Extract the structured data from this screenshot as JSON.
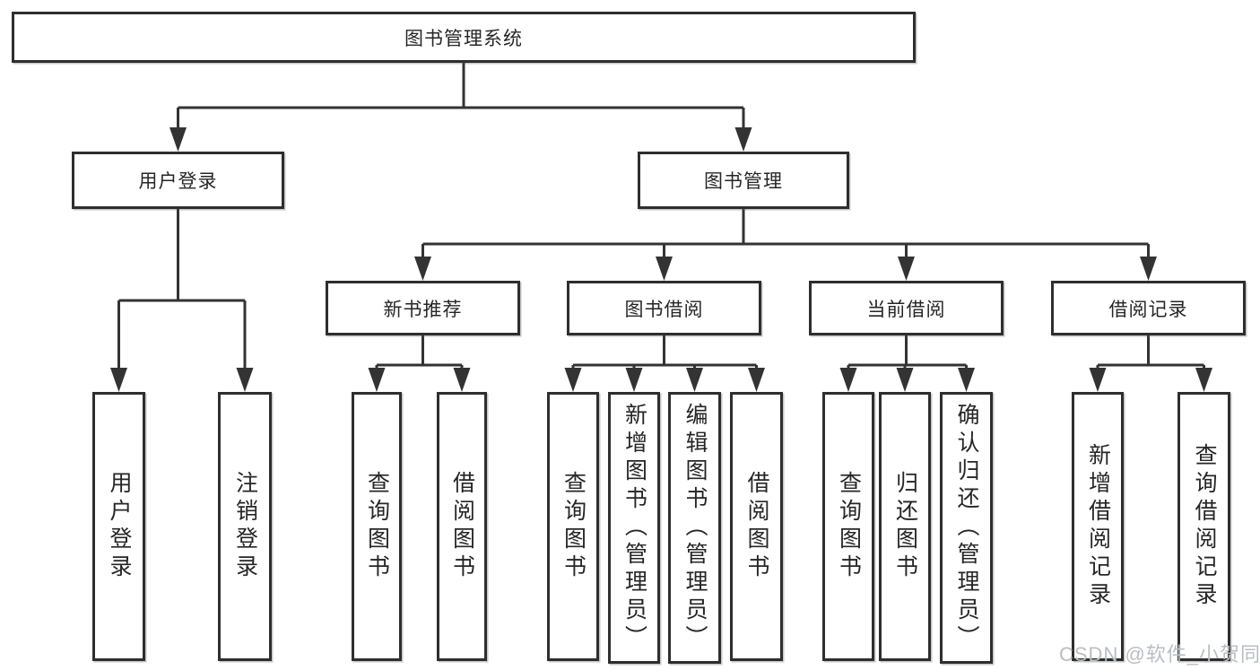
{
  "tree": {
    "label": "图书管理系统",
    "children": [
      {
        "label": "用户登录",
        "children": [
          {
            "label": "用户登录"
          },
          {
            "label": "注销登录"
          }
        ]
      },
      {
        "label": "图书管理",
        "children": [
          {
            "label": "新书推荐",
            "children": [
              {
                "label": "查询图书"
              },
              {
                "label": "借阅图书"
              }
            ]
          },
          {
            "label": "图书借阅",
            "children": [
              {
                "label": "查询图书"
              },
              {
                "label": "新增图书（管理员）"
              },
              {
                "label": "编辑图书（管理员）"
              },
              {
                "label": "借阅图书"
              }
            ]
          },
          {
            "label": "当前借阅",
            "children": [
              {
                "label": "查询图书"
              },
              {
                "label": "归还图书"
              },
              {
                "label": "确认归还（管理员）"
              }
            ]
          },
          {
            "label": "借阅记录",
            "children": [
              {
                "label": "新增借阅记录"
              },
              {
                "label": "查询借阅记录"
              }
            ]
          }
        ]
      }
    ]
  },
  "watermark": {
    "text": "CSDN @软件_小贺同学"
  },
  "colors": {
    "line": "#333333",
    "border": "#2e2e2e",
    "text": "#262626",
    "watermark": "#b9bec4",
    "background": "#ffffff"
  }
}
